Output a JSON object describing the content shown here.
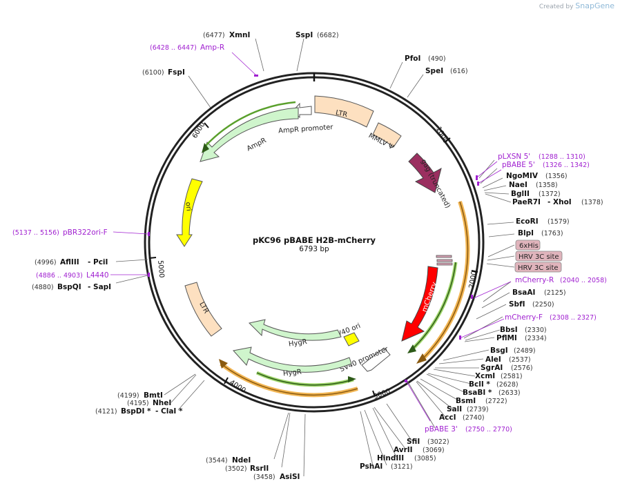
{
  "header": {
    "created_by": "Created by",
    "brand": "SnapGene"
  },
  "plasmid": {
    "name": "pKC96 pBABE H2B-mCherry",
    "length": "6793 bp"
  },
  "ticks": [
    "1000",
    "2000",
    "3000",
    "4000",
    "5000",
    "6000"
  ],
  "features": {
    "ltr1": "LTR",
    "mmlv": "MMLV Ψ",
    "gag": "gag (truncated)",
    "ampr": "AmpR",
    "ampr_promoter": "AmpR promoter",
    "ori": "ori",
    "ltr2": "LTR",
    "mcherry": "mCherry",
    "sv40_ori": "SV40 ori",
    "hygr1": "HygR",
    "hygr2": "HygR",
    "sv40_promoter": "SV40 promoter",
    "tag_6xhis": "6xHis",
    "tag_hrv1": "HRV 3C site",
    "tag_hrv2": "HRV 3C site"
  },
  "enzymes": [
    {
      "name": "XmnI",
      "pos": "(6477)"
    },
    {
      "name": "SspI",
      "pos": "(6682)"
    },
    {
      "name": "PfoI",
      "pos": "(490)"
    },
    {
      "name": "SpeI",
      "pos": "(616)"
    },
    {
      "name": "FspI",
      "pos": "(6100)"
    },
    {
      "name": "NgoMIV",
      "pos": "(1356)"
    },
    {
      "name": "NaeI",
      "pos": "(1358)"
    },
    {
      "name": "BglII",
      "pos": "(1372)"
    },
    {
      "name": "PaeR7I",
      "pos": "- XhoI"
    },
    {
      "name": "",
      "pos": "(1378)"
    },
    {
      "name": "EcoRI",
      "pos": "(1579)"
    },
    {
      "name": "BlpI",
      "pos": "(1763)"
    },
    {
      "name": "BsaAI",
      "pos": "(2125)"
    },
    {
      "name": "SbfI",
      "pos": "(2250)"
    },
    {
      "name": "BbsI",
      "pos": "(2330)"
    },
    {
      "name": "PflMI",
      "pos": "(2334)"
    },
    {
      "name": "BsgI",
      "pos": "(2489)"
    },
    {
      "name": "AleI",
      "pos": "(2537)"
    },
    {
      "name": "SgrAI",
      "pos": "(2576)"
    },
    {
      "name": "XcmI",
      "pos": "(2581)"
    },
    {
      "name": "BclI *",
      "pos": "(2628)"
    },
    {
      "name": "BsaBI *",
      "pos": "(2633)"
    },
    {
      "name": "BsmI",
      "pos": "(2722)"
    },
    {
      "name": "SalI",
      "pos": "(2739)"
    },
    {
      "name": "AccI",
      "pos": "(2740)"
    },
    {
      "name": "SfiI",
      "pos": "(3022)"
    },
    {
      "name": "AvrII",
      "pos": "(3069)"
    },
    {
      "name": "HindIII",
      "pos": "(3085)"
    },
    {
      "name": "PshAI",
      "pos": "(3121)"
    },
    {
      "name": "NdeI",
      "pos": "(3544)"
    },
    {
      "name": "RsrII",
      "pos": "(3502)"
    },
    {
      "name": "AsiSI",
      "pos": "(3458)"
    },
    {
      "name": "BmtI",
      "pos": "(4199)"
    },
    {
      "name": "NheI",
      "pos": "(4195)"
    },
    {
      "name": "BspDI *",
      "pos": "(4121)"
    },
    {
      "name": "- ClaI *",
      "pos": ""
    },
    {
      "name": "AflIII",
      "pos": "(4996)"
    },
    {
      "name": "- PciI",
      "pos": ""
    },
    {
      "name": "BspQI",
      "pos": "(4880)"
    },
    {
      "name": "- SapI",
      "pos": ""
    }
  ],
  "primers": [
    {
      "name": "Amp-R",
      "range": "(6428 .. 6447)"
    },
    {
      "name": "pLXSN 5'",
      "range": "(1288 .. 1310)"
    },
    {
      "name": "pBABE 5'",
      "range": "(1326 .. 1342)"
    },
    {
      "name": "pBR322ori-F",
      "range": "(5137 .. 5156)"
    },
    {
      "name": "L4440",
      "range": "(4886 .. 4903)"
    },
    {
      "name": "mCherry-R",
      "range": "(2040 .. 2058)"
    },
    {
      "name": "mCherry-F",
      "range": "(2308 .. 2327)"
    },
    {
      "name": "pBABE 3'",
      "range": "(2750 .. 2770)"
    }
  ],
  "colors": {
    "backbone": "#222222",
    "ltr": "#fde0c0",
    "gag": "#9b2f60",
    "amp": "#cff5cc",
    "ori": "#ffff00",
    "mcherry": "#ff0000",
    "sv40ori": "#ffff00",
    "hygr": "#cff5cc",
    "promoter": "#ffffff",
    "primer": "#a020d0",
    "orange_orf": "#f2b654",
    "green_orf": "#5aa02c",
    "tag": "#e0b4bc"
  }
}
